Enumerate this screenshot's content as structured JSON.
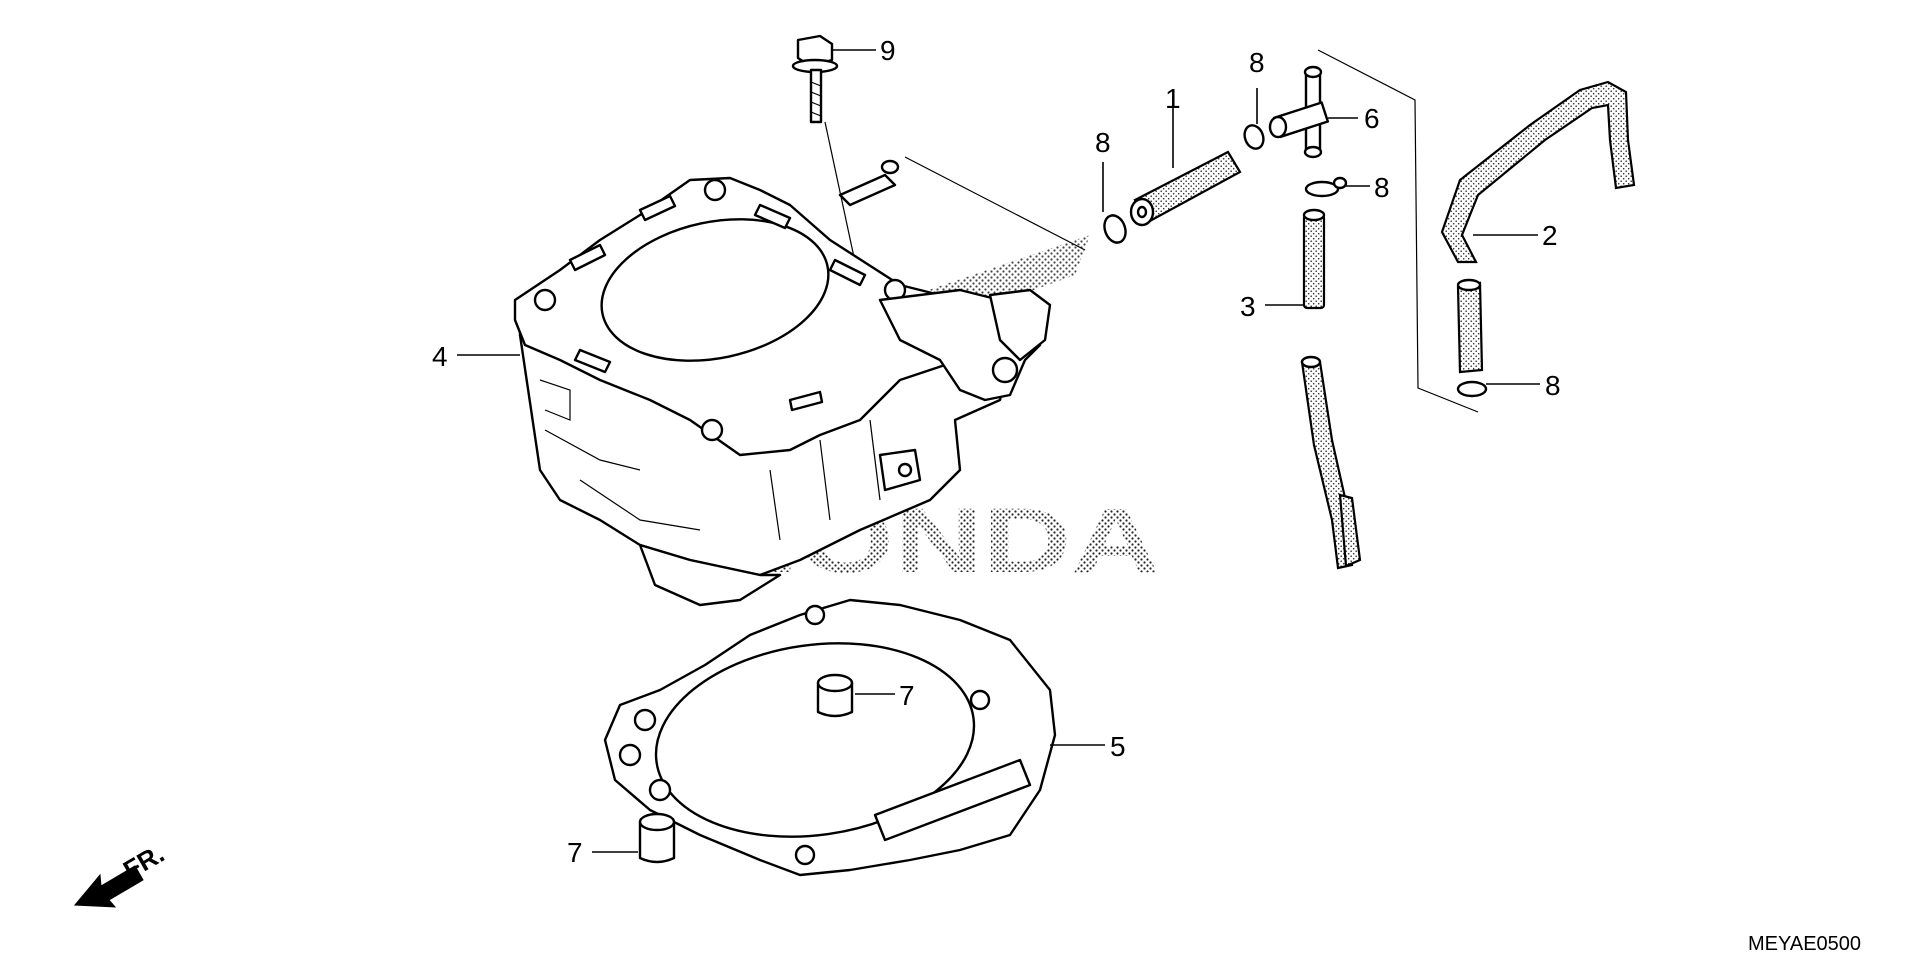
{
  "diagram": {
    "callouts": {
      "c1": "1",
      "c2": "2",
      "c3": "3",
      "c4": "4",
      "c5": "5",
      "c6": "6",
      "c7a": "7",
      "c7b": "7",
      "c8a": "8",
      "c8b": "8",
      "c8c": "8",
      "c8d": "8",
      "c9": "9"
    },
    "front_label": "FR.",
    "watermark": "HONDA",
    "diagram_code": "MEYAE0500"
  }
}
